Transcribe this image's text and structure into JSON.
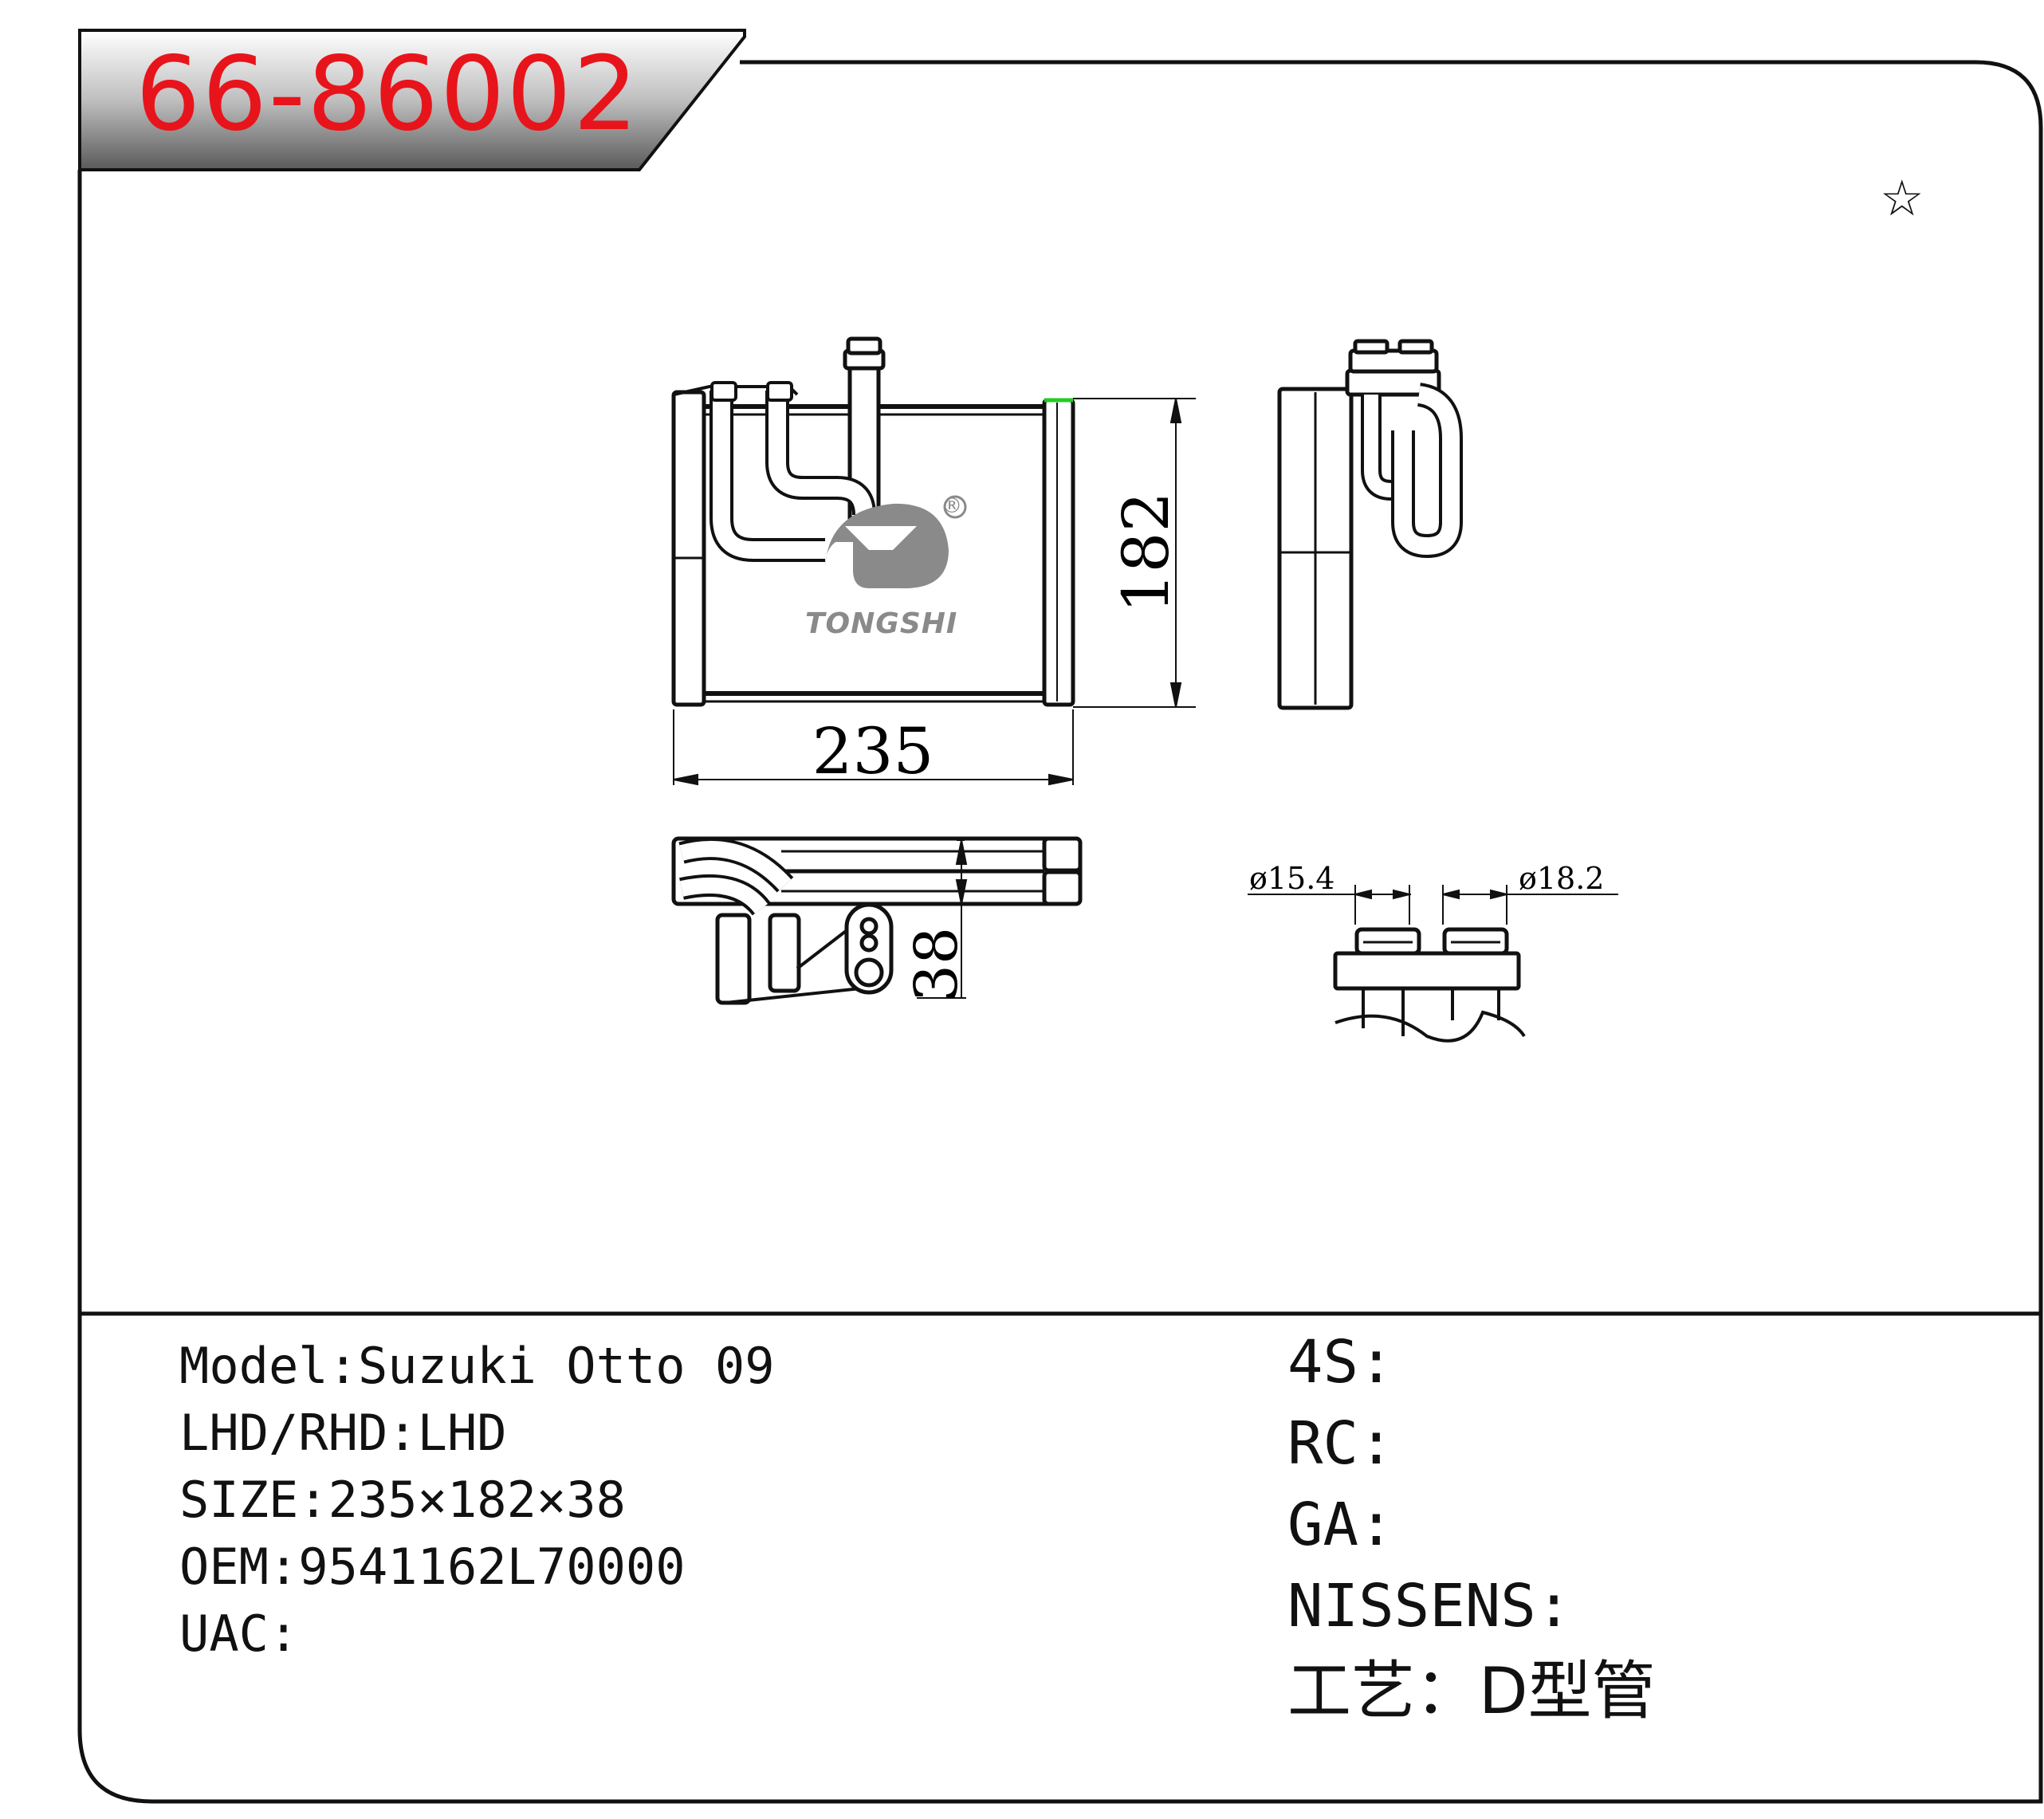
{
  "header": {
    "part_number": "66-86002",
    "star": "☆"
  },
  "logo": {
    "brand": "TONGSHI",
    "registered": "®"
  },
  "dimensions": {
    "width": "235",
    "height": "182",
    "depth": "38",
    "pipe_left": "ø15.4",
    "pipe_right": "ø18.2"
  },
  "specs_left": [
    "Model:Suzuki Otto 09",
    "LHD/RHD:LHD",
    "SIZE:235×182×38",
    "OEM:9541162L70000",
    "UAC:"
  ],
  "specs_right": [
    "4S:",
    "RC:",
    "GA:",
    "NISSENS:",
    "工艺：D型管"
  ],
  "colors": {
    "part_number": "#e8141b",
    "border": "#111111",
    "logo_gray": "#8a8a8a",
    "accent_green": "#22cc22"
  }
}
